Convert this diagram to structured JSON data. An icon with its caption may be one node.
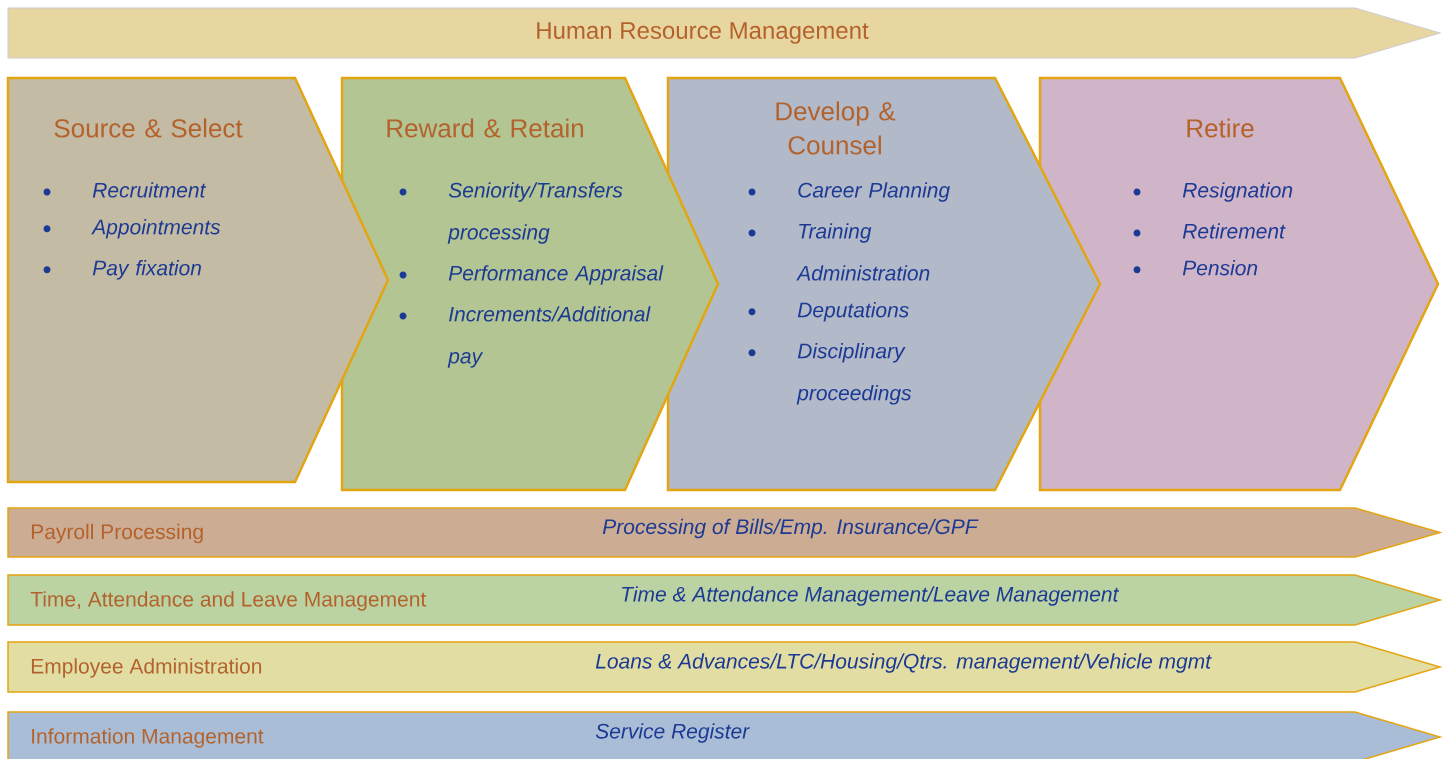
{
  "diagram": {
    "nodes": [
      {
        "text": [
          "Human Resource Management"
        ]
      },
      {
        "text": [
          "Source & Select",
          "Recruitment",
          "Appointments",
          "Pay fixation"
        ]
      },
      {
        "text": [
          "Reward & Retain",
          "Seniority/Transfers processing",
          "Performance Appraisal",
          "Increments/Additional pay"
        ]
      },
      {
        "text": [
          "Develop & Counsel",
          "Career Planning",
          "Training Administration",
          "Deputations",
          "Disciplinary proceedings"
        ]
      },
      {
        "text": [
          "Retire",
          "Resignation",
          "Retirement",
          "Pension"
        ]
      },
      {
        "text": [
          "Payroll Processing",
          "Processing of Bills/Emp. Insurance/GPF"
        ]
      },
      {
        "text": [
          "Time, Attendance and Leave Management",
          "Time & Attendance Management/Leave Management"
        ]
      },
      {
        "text": [
          "Employee Administration",
          "Loans & Advances/LTC/Housing/Qtrs. management/Vehicle mgmt"
        ]
      },
      {
        "text": [
          "Information Management",
          "Service Register"
        ]
      }
    ]
  }
}
